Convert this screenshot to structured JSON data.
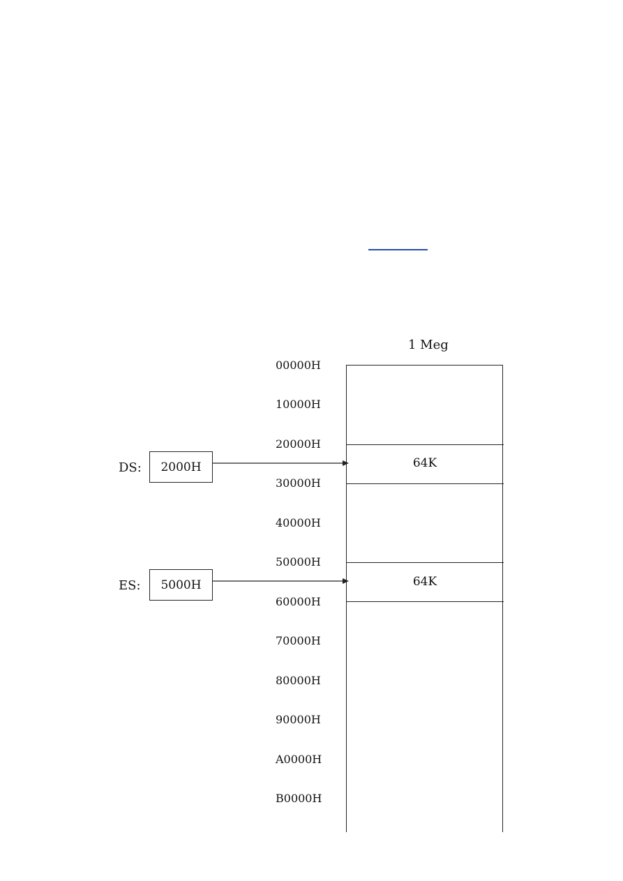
{
  "memory": {
    "title": "1 Meg",
    "addresses": [
      "00000H",
      "10000H",
      "20000H",
      "30000H",
      "40000H",
      "50000H",
      "60000H",
      "70000H",
      "80000H",
      "90000H",
      "A0000H",
      "B0000H"
    ],
    "segments": [
      {
        "register": "DS:",
        "value": "2000H",
        "size_label": "64K",
        "start": "20000H",
        "end": "30000H"
      },
      {
        "register": "ES:",
        "value": "5000H",
        "size_label": "64K",
        "start": "50000H",
        "end": "60000H"
      }
    ]
  },
  "colors": {
    "line": "#222222",
    "link": "#1f4fa8"
  }
}
